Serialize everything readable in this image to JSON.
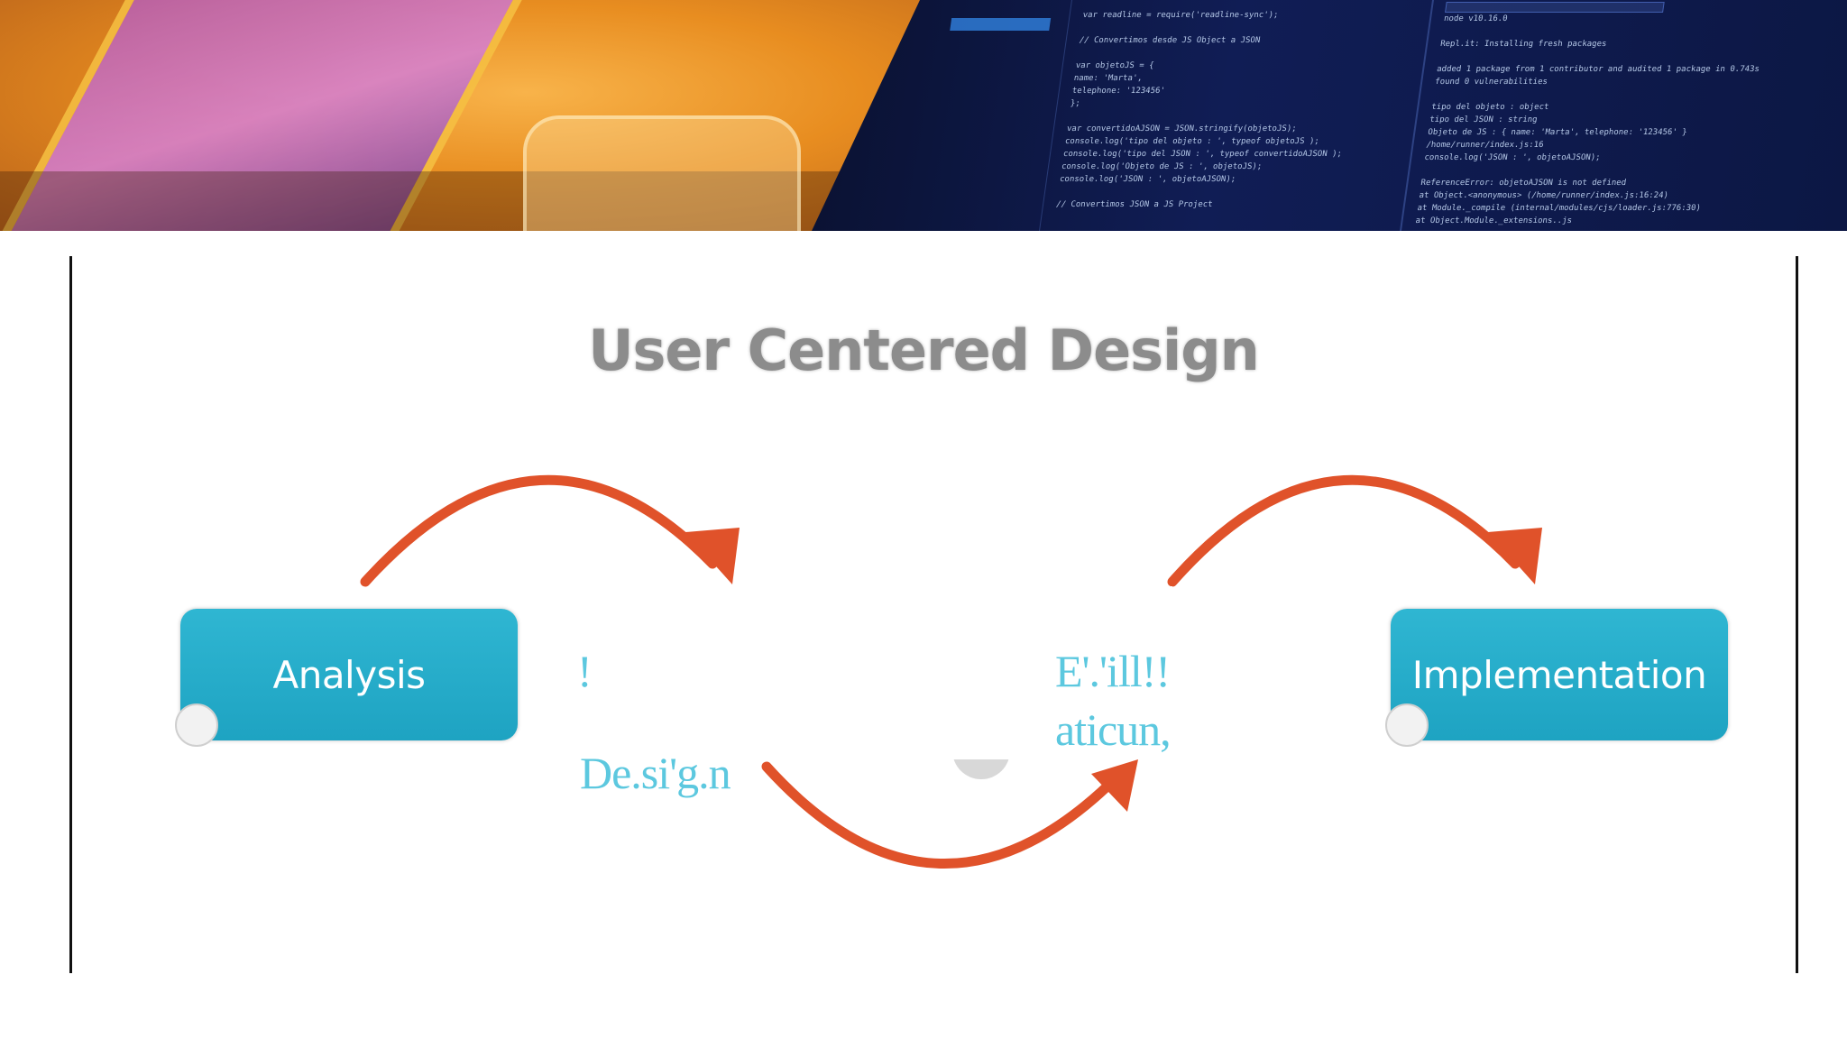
{
  "banner": {
    "code_left": [
      "var readline = require('readline-sync');",
      "",
      "// Convertimos desde JS Object a JSON",
      "",
      "var objetoJS = {",
      "  name: 'Marta',",
      "  telephone: '123456'",
      "};",
      "",
      "var convertidoAJSON = JSON.stringify(objetoJS);",
      "console.log('tipo del objeto : ', typeof objetoJS );",
      "console.log('tipo del JSON : ', typeof convertidoAJSON );",
      "console.log('Objeto de JS : ', objetoJS);",
      "console.log('JSON : ', objetoAJSON);",
      "",
      "// Convertimos JSON a JS Project"
    ],
    "code_right": [
      "node v10.16.0",
      "",
      "Repl.it: Installing fresh packages",
      "",
      "added 1 package from 1 contributor and audited 1 package in 0.743s",
      "found 0 vulnerabilities",
      "",
      "tipo del objeto :  object",
      "tipo del JSON :  string",
      "Objeto de JS :  { name: 'Marta', telephone: '123456' }",
      "/home/runner/index.js:16",
      "console.log('JSON : ', objetoAJSON);",
      "",
      "ReferenceError: objetoAJSON is not defined",
      "  at Object.<anonymous> (/home/runner/index.js:16:24)",
      "  at Module._compile (internal/modules/cjs/loader.js:776:30)",
      "  at Object.Module._extensions..js"
    ]
  },
  "slide": {
    "title": "User Centered Design"
  },
  "diagram": {
    "stages": {
      "analysis": "Analysis",
      "implementation": "Implementation"
    },
    "ocr_fragments": {
      "bang": "!",
      "design": "De.si'g.n",
      "eval": "E'.'ill!!",
      "aticun": "aticun,"
    }
  },
  "colors": {
    "box_fill": "#1ea3c2",
    "arrow": "#e0522a",
    "title": "#8c8c8c",
    "ocr_text": "#5cc8df"
  }
}
